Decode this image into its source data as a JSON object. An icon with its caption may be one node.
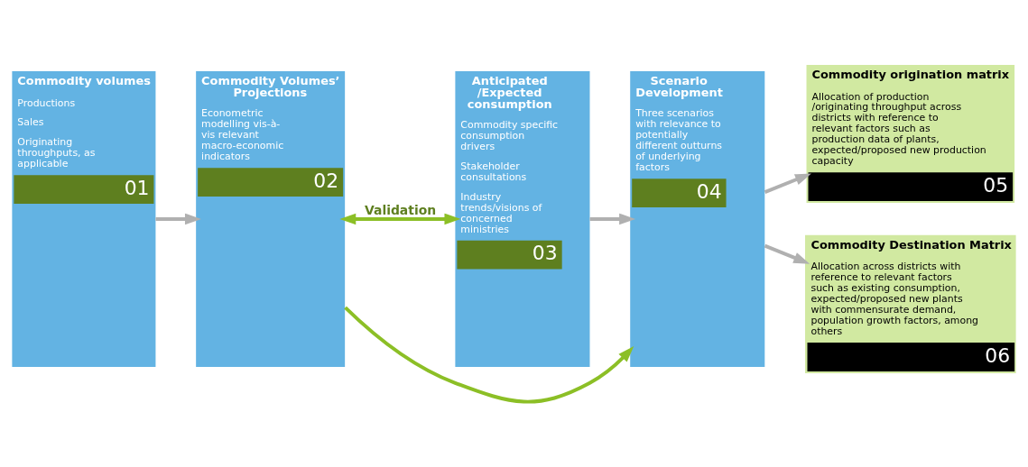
{
  "diagram": {
    "nodes": [
      {
        "text": [
          "Commodity volumes",
          "Productions",
          "Sales",
          "Originating throughputs, as applicable",
          "01"
        ]
      },
      {
        "text": [
          "Commodity Volumes’ Projections",
          "Econometric modelling vis-à-vis relevant macro-economic indicators",
          "02"
        ]
      },
      {
        "text": [
          "Anticipated /Expected consumption",
          "Commodity specific consumption drivers",
          "Stakeholder consultations",
          "Industry trends/visions of concerned ministries",
          "03"
        ]
      },
      {
        "text": [
          "Scenario Development",
          "Three scenarios with relevance to potentially different outturns of underlying factors",
          "04"
        ]
      },
      {
        "text": [
          "Commodity origination matrix",
          "Allocation of production /originating throughput across districts with reference to relevant factors such as production data of plants, expected/proposed new production capacity",
          "05"
        ]
      },
      {
        "text": [
          "Commodity Destination Matrix",
          "Allocation across districts with reference to relevant factors such as existing consumption, expected/proposed new plants with commensurate demand, population growth factors, among others",
          "06"
        ]
      }
    ],
    "edges": [
      {
        "from": 0,
        "to": 1,
        "arrow": "to"
      },
      {
        "from": 1,
        "to": 2,
        "arrow": "both",
        "label": "Validation",
        "color": "#8cbf26"
      },
      {
        "from": 2,
        "to": 3,
        "arrow": "to"
      },
      {
        "from": 1,
        "to": 3,
        "arrow": "to",
        "color": "#8cbf26"
      },
      {
        "from": 3,
        "to": 4,
        "arrow": "to"
      },
      {
        "from": 3,
        "to": 5,
        "arrow": "to"
      }
    ]
  }
}
